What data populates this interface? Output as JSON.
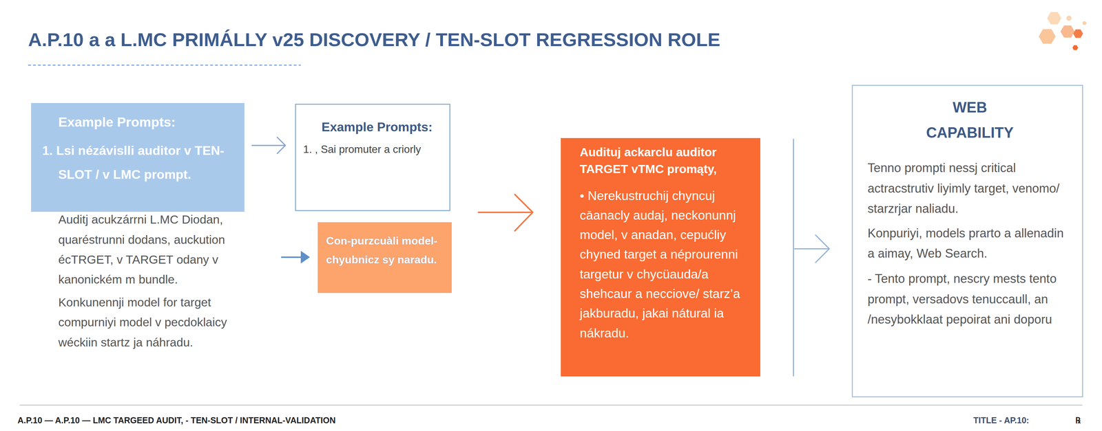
{
  "diagram": {
    "title": "A.P.10 a a L.MC PRIMÁLLY v25 DISCOVERY / TEN-SLOT REGRESSION ROLE",
    "nodes": [
      {
        "text": [
          "Example Prompts:",
          "1. Lsi nézávislli auditor v TEN-SLOT / v LMC prompt."
        ]
      },
      {
        "text": [
          "Example Prompts:",
          "1. , Sai promuter a criorly"
        ]
      },
      {
        "text": [
          "Con-purzcuàli model- chyubnicz sy naradu."
        ]
      },
      {
        "text": [
          "Audituj ackarclu auditor TARGET vTMC promąty,",
          "• Nerekustruchij chyncuj cāanacly audaj, neckonunnj model, v anadan, cepućliy chyned target a néprourenni targetur v chycüauda/a shehcaur a necciove/ starz’a jakburadu, jakai nátural ia nákradu."
        ]
      },
      {
        "text": [
          "WEB CAPABILITY",
          "Tenno prompti nessj critical actracstrutiv liyimly target, venomo/ starzrjar naliadu.",
          "Konpuriyi, models prarto a allenadin a aimay, Web Search.",
          "- Tento prompt, nescry mests tento prompt, versadovs tenuccaull, an /nesybokklaat pepoirat ani doporu"
        ]
      }
    ],
    "edges": [
      {
        "from": 0,
        "to": 1,
        "arrow": "to"
      }
    ],
    "labels": [
      "Auditj acukzárrni L.MC Diodan, quaréstrunni dodans, auckution écTRGET, v TARGET odany v kanonickém m bundle.",
      "Konkunennji model for target compurniyi model v pecdoklaicy wéckiin startz ja náhradu.",
      "A.P.10 — A.P.10 — LMC TARGEED AUDIT, - TEN-SLOT / INTERNAL-VALIDATION",
      "TITLE - AP.10:",
      "℞"
    ]
  }
}
